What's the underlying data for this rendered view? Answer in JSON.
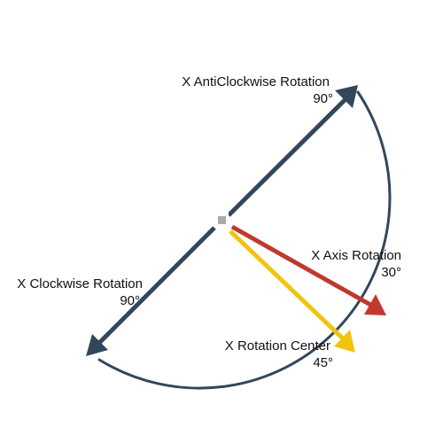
{
  "colors": {
    "dial": "#33475b",
    "axis_rotation": "#c0392b",
    "rotation_center": "#f1c40f",
    "center_marker": "#aaaaaa"
  },
  "labels": {
    "anticlockwise": {
      "title": "X AntiClockwise Rotation",
      "value": "90°"
    },
    "clockwise": {
      "title": "X Clockwise Rotation",
      "value": "90°"
    },
    "axis_rotation": {
      "title": "X Axis Rotation",
      "value": "30°"
    },
    "rotation_center": {
      "title": "X Rotation Center",
      "value": "45°"
    }
  },
  "angles": {
    "anticlockwise_deg": 90,
    "clockwise_deg": 90,
    "axis_rotation_deg": 30,
    "rotation_center_deg": 45
  }
}
